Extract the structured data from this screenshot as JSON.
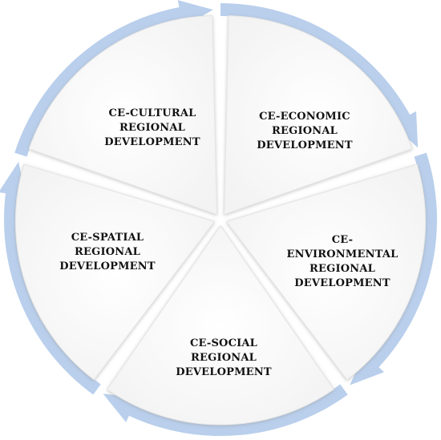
{
  "diagram": {
    "segments": [
      {
        "id": "economic",
        "lines": [
          "CE-ECONOMIC",
          "REGIONAL",
          "DEVELOPMENT"
        ]
      },
      {
        "id": "environmental",
        "lines": [
          "CE-",
          "ENVIRONMENTAL",
          "REGIONAL",
          "DEVELOPMENT"
        ]
      },
      {
        "id": "social",
        "lines": [
          "CE-SOCIAL",
          "REGIONAL",
          "DEVELOPMENT"
        ]
      },
      {
        "id": "spatial",
        "lines": [
          "CE-SPATIAL",
          "REGIONAL",
          "DEVELOPMENT"
        ]
      },
      {
        "id": "cultural",
        "lines": [
          "CE-CULTURAL",
          "REGIONAL",
          "DEVELOPMENT"
        ]
      }
    ],
    "colors": {
      "arrow": "#b9cfec",
      "segment_fill": "#ffffff",
      "segment_shadow": "#cfcfcf",
      "text": "#111111"
    }
  }
}
